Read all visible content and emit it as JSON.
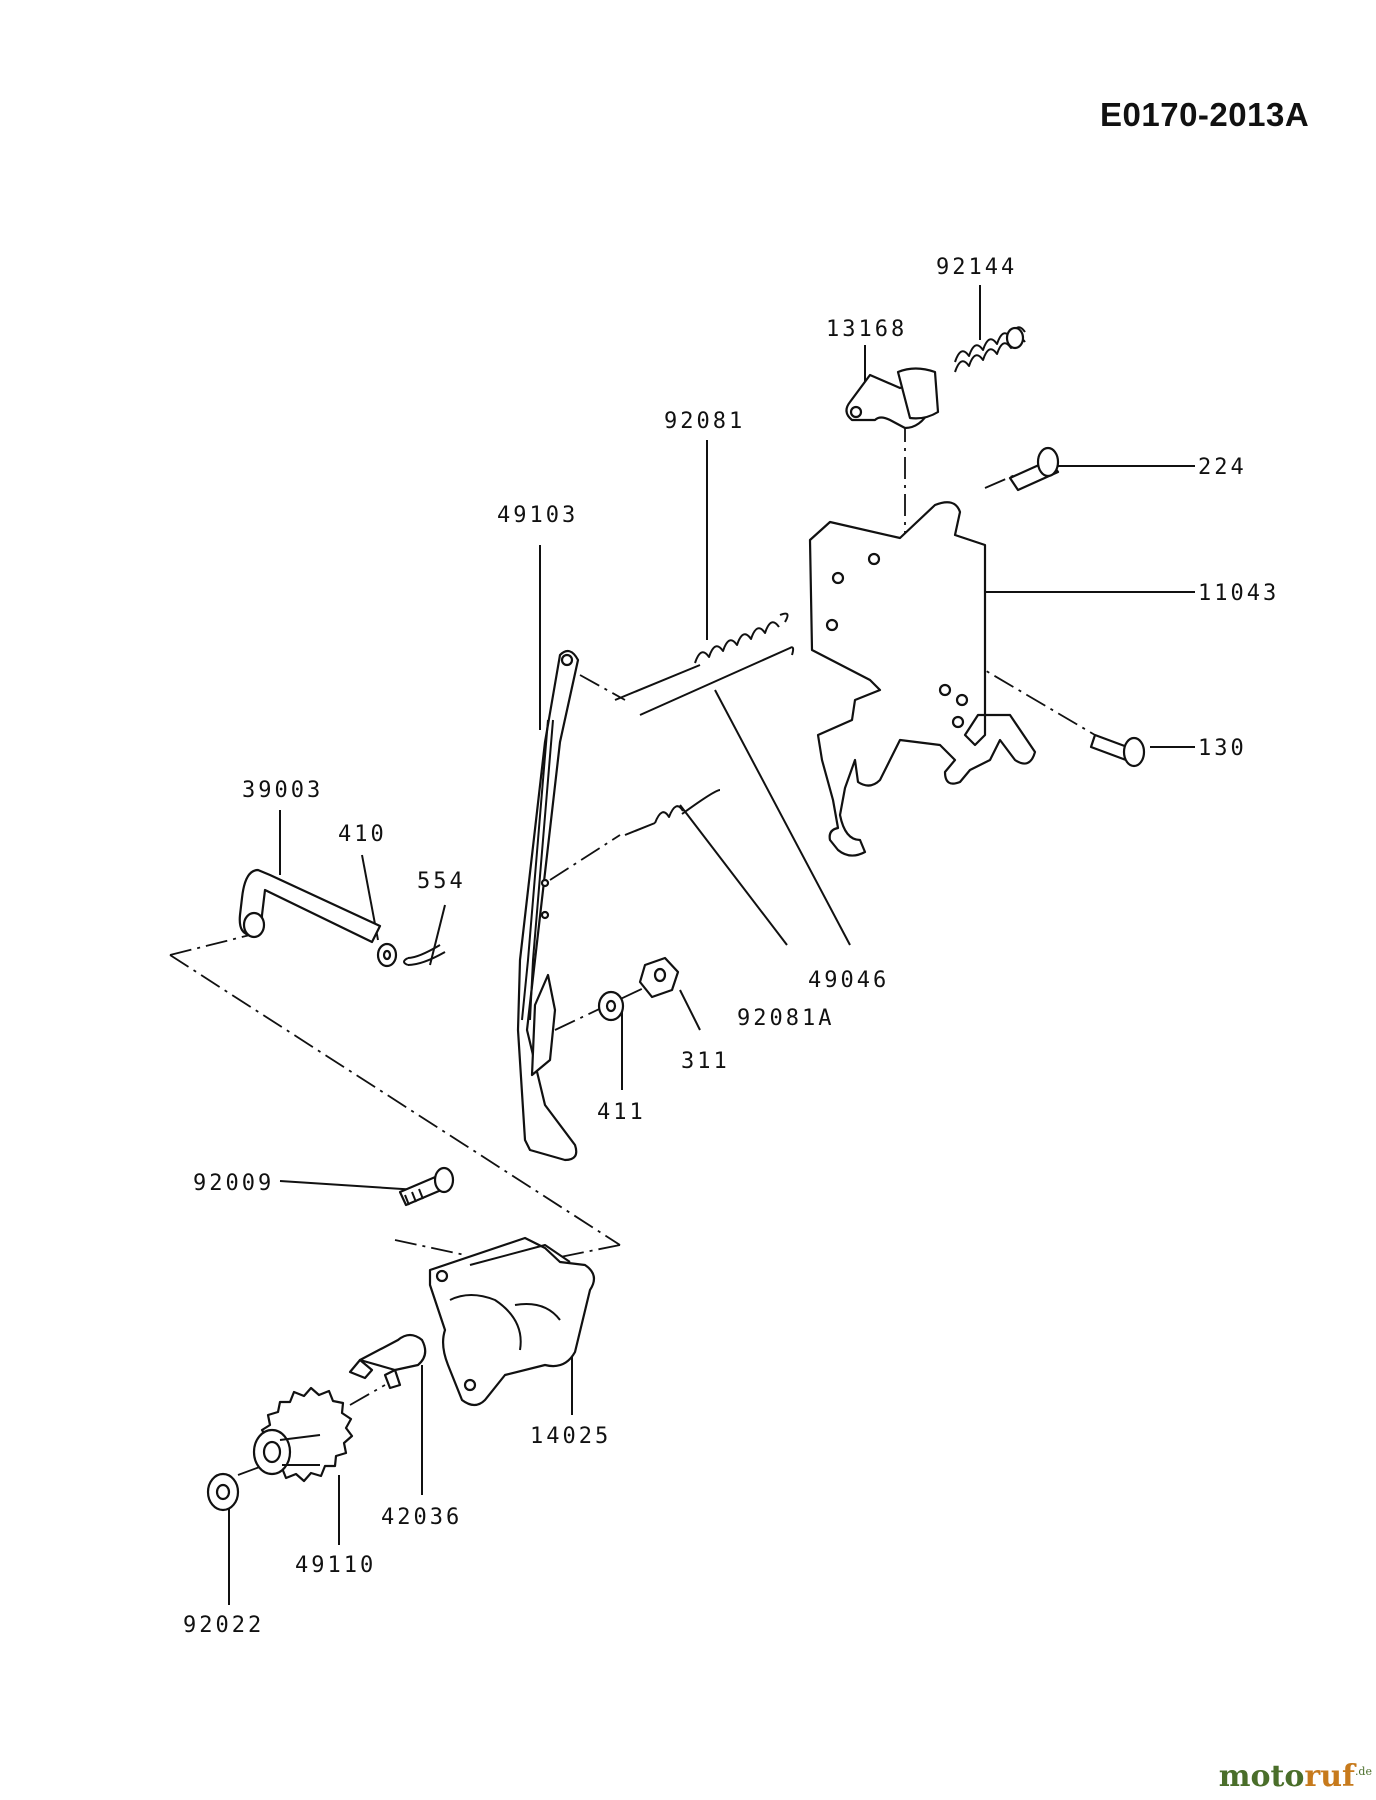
{
  "diagram_code": "E0170-2013A",
  "parts": [
    {
      "id": "92144",
      "label": "92144"
    },
    {
      "id": "13168",
      "label": "13168"
    },
    {
      "id": "92081",
      "label": "92081"
    },
    {
      "id": "224",
      "label": "224"
    },
    {
      "id": "49103",
      "label": "49103"
    },
    {
      "id": "11043",
      "label": "11043"
    },
    {
      "id": "130",
      "label": "130"
    },
    {
      "id": "39003",
      "label": "39003"
    },
    {
      "id": "410",
      "label": "410"
    },
    {
      "id": "554",
      "label": "554"
    },
    {
      "id": "49046",
      "label": "49046"
    },
    {
      "id": "92081A",
      "label": "92081A"
    },
    {
      "id": "311",
      "label": "311"
    },
    {
      "id": "411",
      "label": "411"
    },
    {
      "id": "92009",
      "label": "92009"
    },
    {
      "id": "14025",
      "label": "14025"
    },
    {
      "id": "42036",
      "label": "42036"
    },
    {
      "id": "49110",
      "label": "49110"
    },
    {
      "id": "92022",
      "label": "92022"
    }
  ],
  "watermark": {
    "brand_a": "moto",
    "brand_b": "ruf",
    "tld": ".de"
  }
}
